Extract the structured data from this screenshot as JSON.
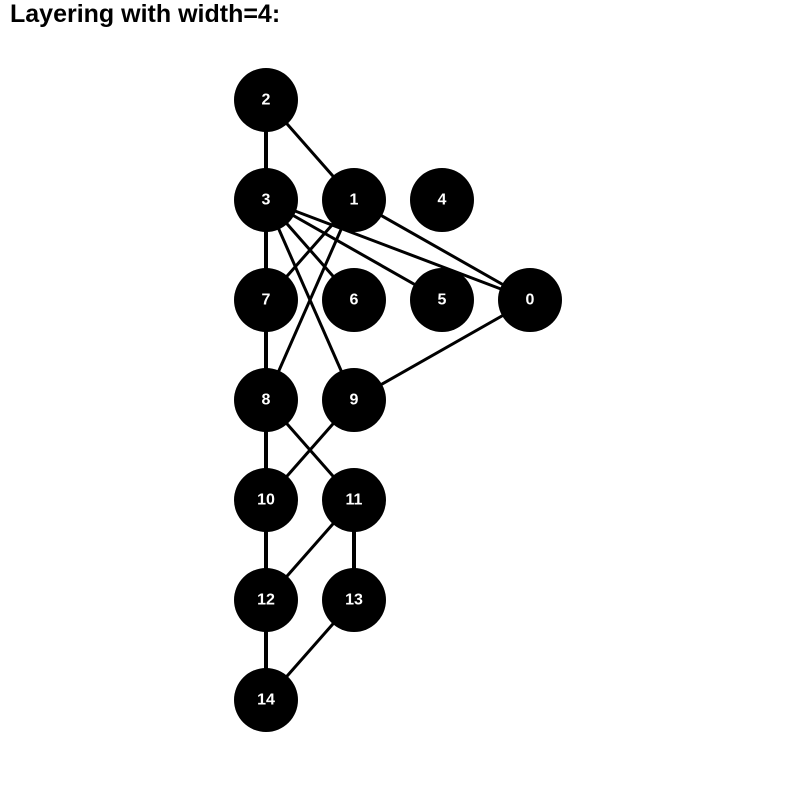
{
  "title": "Layering with width=4:",
  "colors": {
    "node_fill": "#000000",
    "node_label": "#ffffff",
    "edge": "#000000",
    "background": "#ffffff"
  },
  "nodes": [
    {
      "id": "2"
    },
    {
      "id": "3"
    },
    {
      "id": "1"
    },
    {
      "id": "4"
    },
    {
      "id": "7"
    },
    {
      "id": "6"
    },
    {
      "id": "5"
    },
    {
      "id": "0"
    },
    {
      "id": "8"
    },
    {
      "id": "9"
    },
    {
      "id": "10"
    },
    {
      "id": "11"
    },
    {
      "id": "12"
    },
    {
      "id": "13"
    },
    {
      "id": "14"
    }
  ],
  "edges": [
    {
      "from": "2",
      "to": "3"
    },
    {
      "from": "2",
      "to": "1"
    },
    {
      "from": "3",
      "to": "7"
    },
    {
      "from": "3",
      "to": "6"
    },
    {
      "from": "3",
      "to": "5"
    },
    {
      "from": "3",
      "to": "0"
    },
    {
      "from": "3",
      "to": "9"
    },
    {
      "from": "1",
      "to": "7"
    },
    {
      "from": "1",
      "to": "8"
    },
    {
      "from": "1",
      "to": "0"
    },
    {
      "from": "7",
      "to": "8"
    },
    {
      "from": "0",
      "to": "9"
    },
    {
      "from": "8",
      "to": "10"
    },
    {
      "from": "8",
      "to": "11"
    },
    {
      "from": "9",
      "to": "10"
    },
    {
      "from": "10",
      "to": "12"
    },
    {
      "from": "11",
      "to": "12"
    },
    {
      "from": "11",
      "to": "13"
    },
    {
      "from": "12",
      "to": "14"
    },
    {
      "from": "13",
      "to": "14"
    }
  ]
}
